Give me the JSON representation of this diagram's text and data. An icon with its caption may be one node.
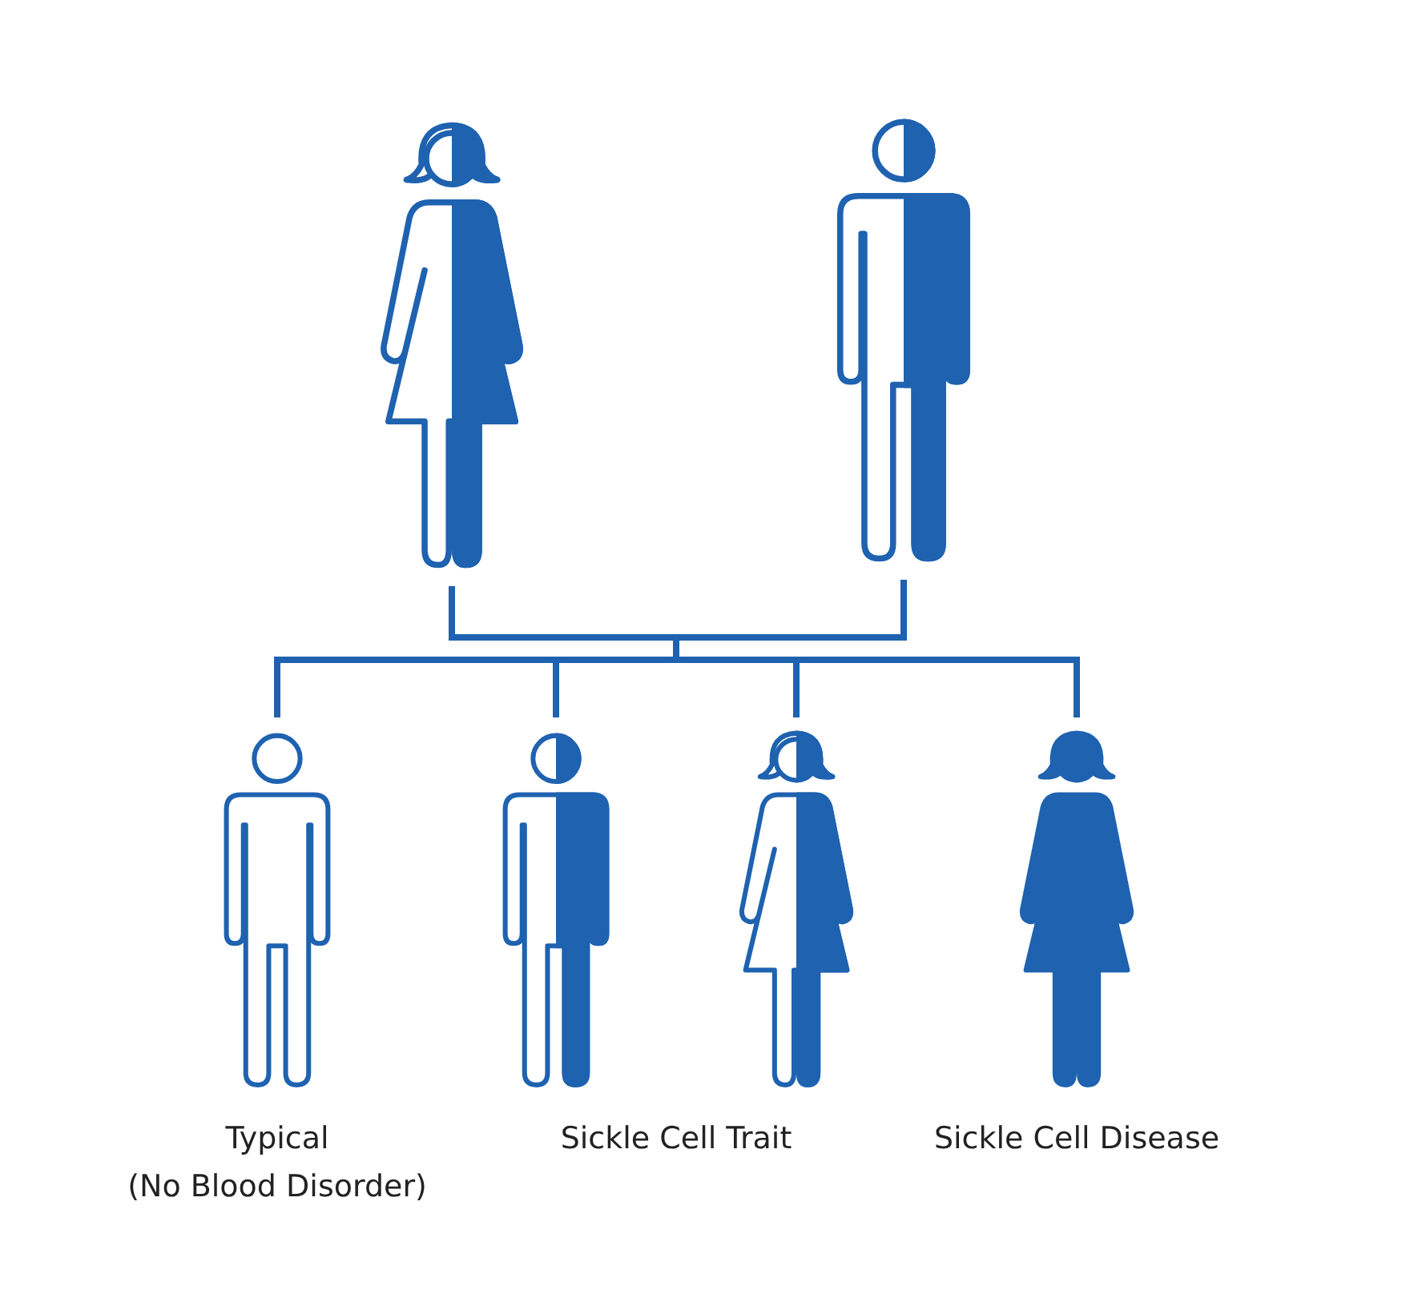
{
  "diagram": {
    "nodes": [
      {
        "text": [],
        "shape": "person"
      },
      {
        "text": [],
        "shape": "person"
      },
      {
        "text": [],
        "shape": "person",
        "beside": [
          "Typical",
          "(No Blood Disorder)"
        ]
      },
      {
        "text": [],
        "shape": "person"
      },
      {
        "text": [],
        "shape": "person"
      },
      {
        "text": [],
        "shape": "person",
        "beside": [
          "Sickle Cell Disease"
        ]
      }
    ],
    "edges": [
      {
        "from": 0,
        "to": 2,
        "arrow": "none"
      },
      {
        "from": 0,
        "to": 3,
        "arrow": "none"
      },
      {
        "from": 0,
        "to": 4,
        "arrow": "none"
      },
      {
        "from": 0,
        "to": 5,
        "arrow": "none"
      },
      {
        "from": 1,
        "to": 2,
        "arrow": "none"
      },
      {
        "from": 1,
        "to": 3,
        "arrow": "none"
      },
      {
        "from": 1,
        "to": 4,
        "arrow": "none"
      },
      {
        "from": 1,
        "to": 5,
        "arrow": "none"
      }
    ],
    "labels": [
      "Sickle Cell Trait"
    ]
  }
}
